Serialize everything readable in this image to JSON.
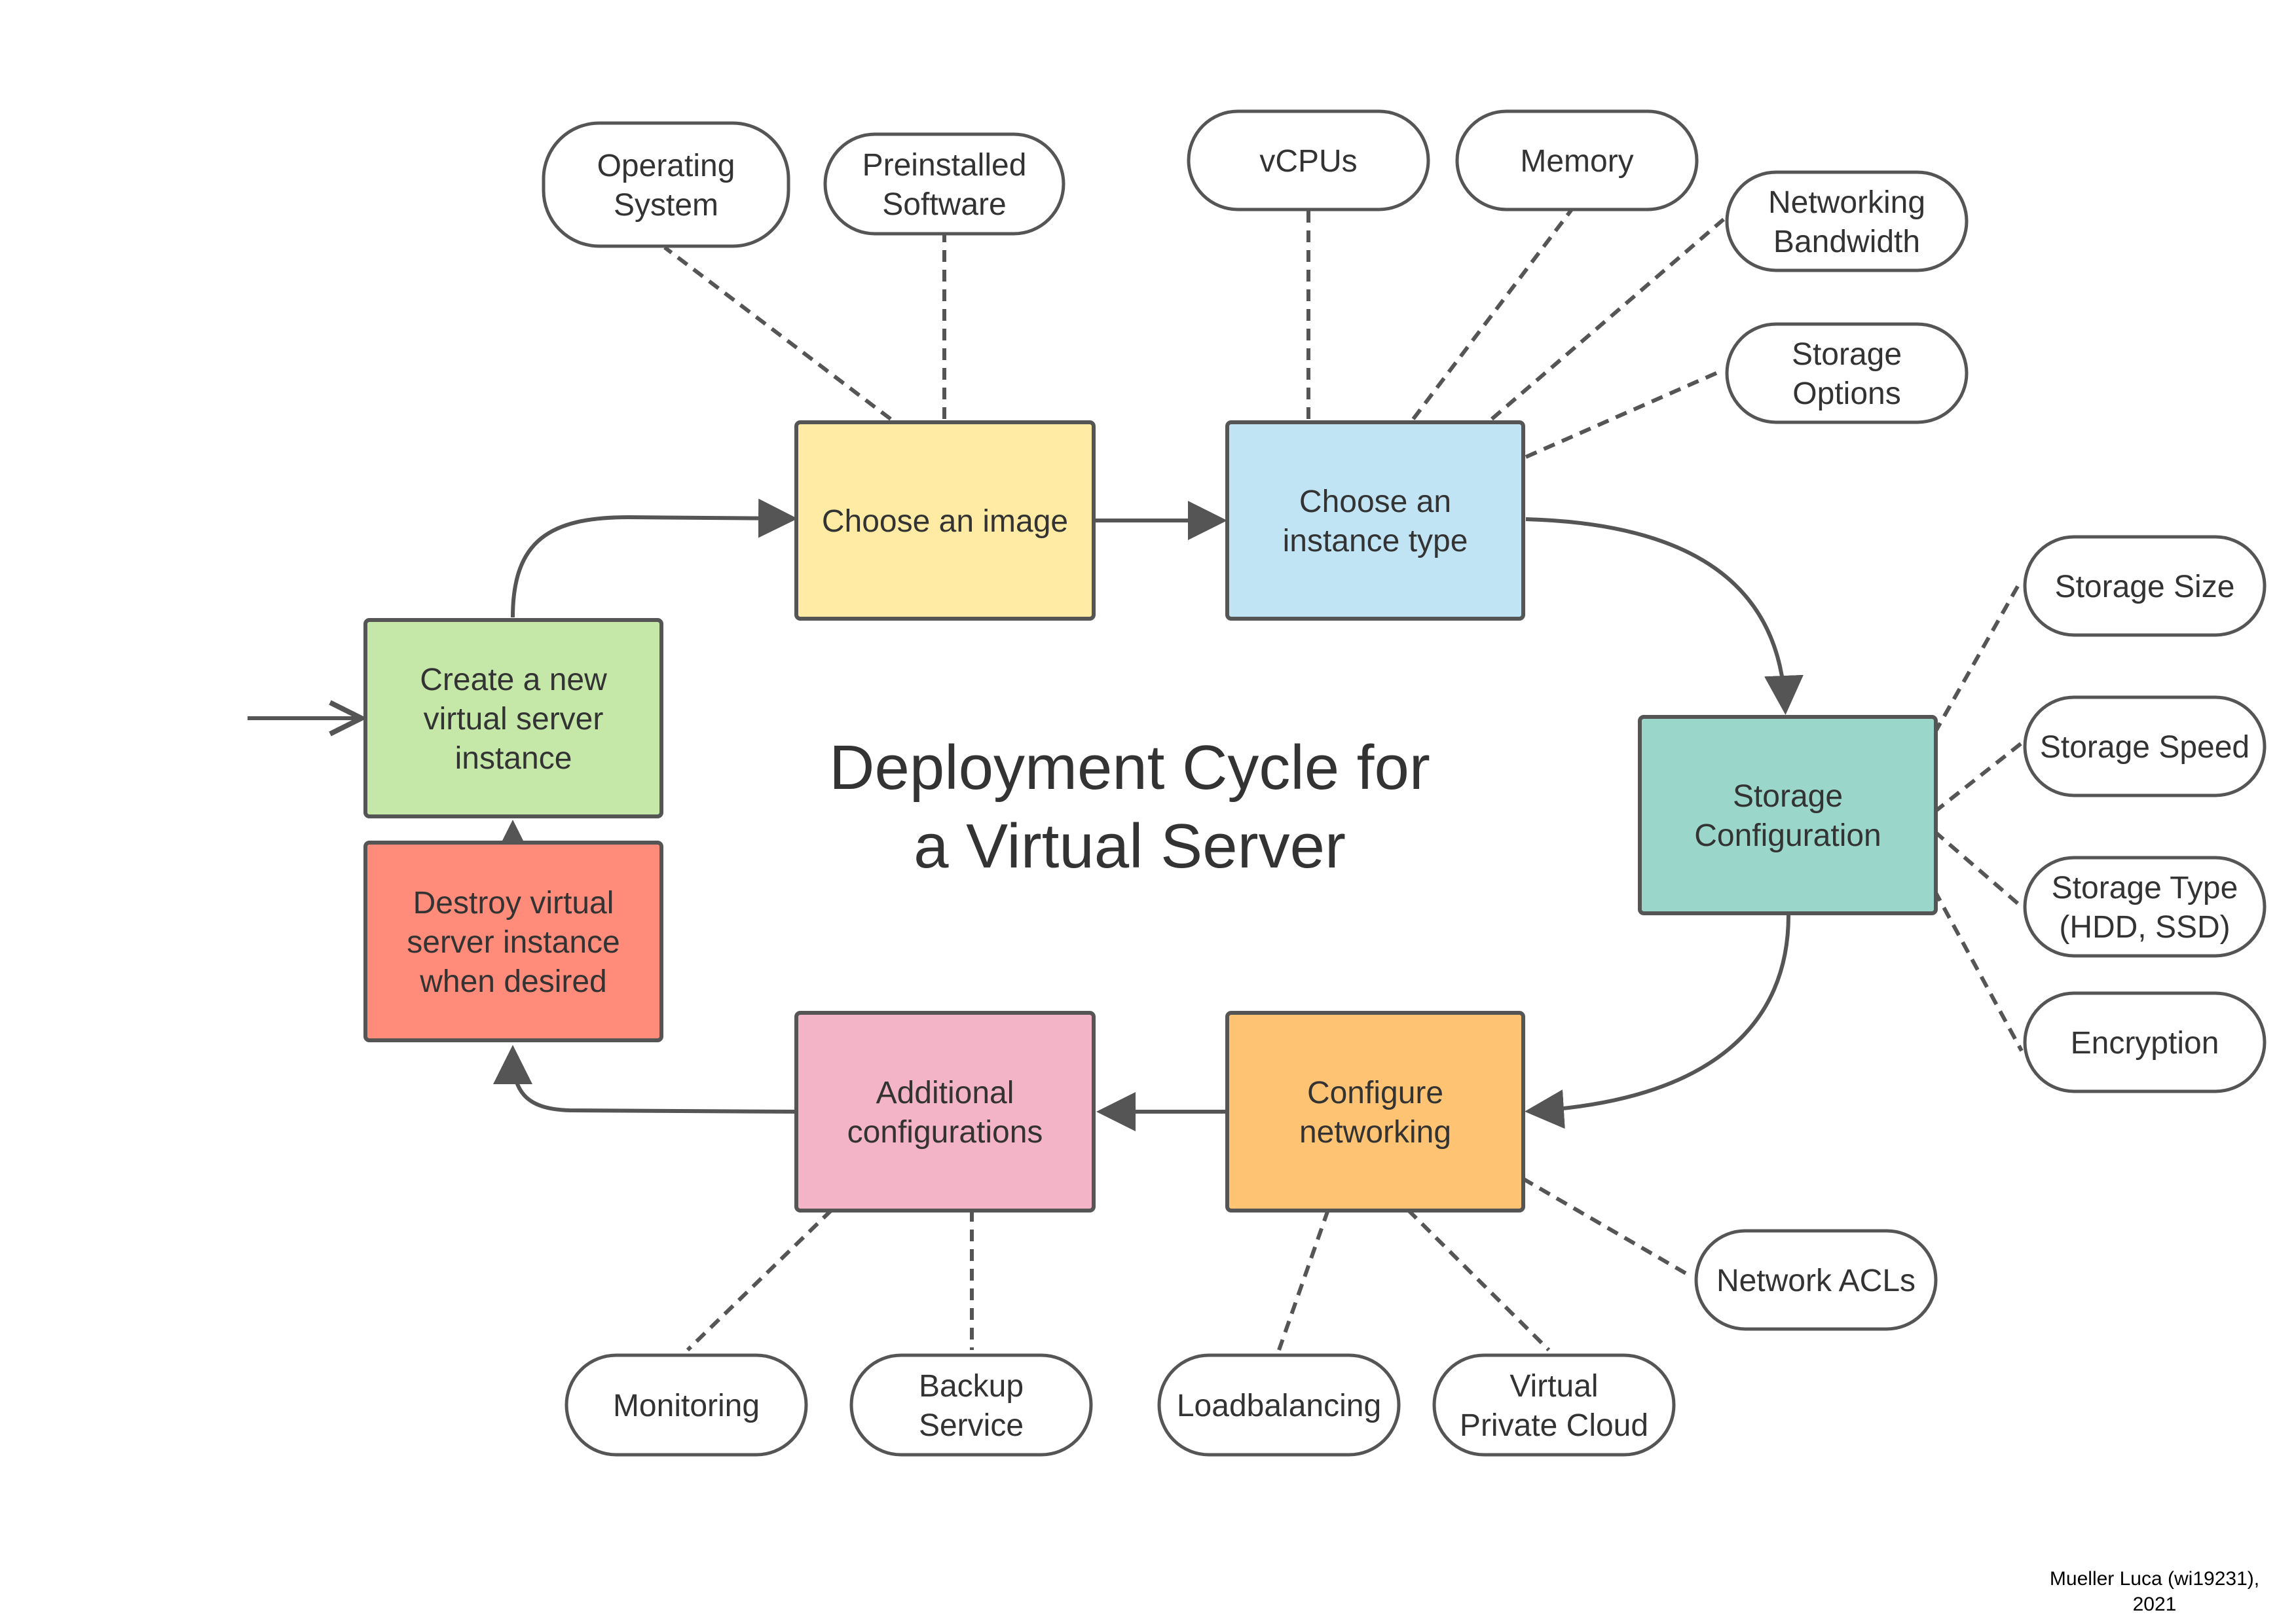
{
  "title": {
    "line1": "Deployment Cycle for",
    "line2": "a Virtual Server"
  },
  "credit": {
    "line1": "Mueller Luca (wi19231),",
    "line2": "2021"
  },
  "colors": {
    "create": "#c5e8a9",
    "image": "#ffeba3",
    "instance": "#c1e4f5",
    "storage": "#9ad6c9",
    "network": "#ffc374",
    "additional": "#f4b4c7",
    "destroy": "#ff8c7a",
    "outline": "#555555",
    "text": "#333333"
  },
  "steps": {
    "create": {
      "lines": [
        "Create a new",
        "virtual server",
        "instance"
      ]
    },
    "image": {
      "lines": [
        "Choose an image"
      ]
    },
    "instance": {
      "lines": [
        "Choose an",
        "instance type"
      ]
    },
    "storage": {
      "lines": [
        "Storage",
        "Configuration"
      ]
    },
    "network": {
      "lines": [
        "Configure",
        "networking"
      ]
    },
    "additional": {
      "lines": [
        "Additional",
        "configurations"
      ]
    },
    "destroy": {
      "lines": [
        "Destroy virtual",
        "server instance",
        "when desired"
      ]
    }
  },
  "options": {
    "os": {
      "lines": [
        "Operating",
        "System"
      ]
    },
    "software": {
      "lines": [
        "Preinstalled",
        "Software"
      ]
    },
    "vcpus": {
      "lines": [
        "vCPUs"
      ]
    },
    "memory": {
      "lines": [
        "Memory"
      ]
    },
    "bandwidth": {
      "lines": [
        "Networking",
        "Bandwidth"
      ]
    },
    "storage_options": {
      "lines": [
        "Storage",
        "Options"
      ]
    },
    "storage_size": {
      "lines": [
        "Storage Size"
      ]
    },
    "storage_speed": {
      "lines": [
        "Storage Speed"
      ]
    },
    "storage_type": {
      "lines": [
        "Storage Type",
        "(HDD, SSD)"
      ]
    },
    "encryption": {
      "lines": [
        "Encryption"
      ]
    },
    "acls": {
      "lines": [
        "Network ACLs"
      ]
    },
    "vpc": {
      "lines": [
        "Virtual",
        "Private Cloud"
      ]
    },
    "loadbalancing": {
      "lines": [
        "Loadbalancing"
      ]
    },
    "backup": {
      "lines": [
        "Backup",
        "Service"
      ]
    },
    "monitoring": {
      "lines": [
        "Monitoring"
      ]
    }
  }
}
